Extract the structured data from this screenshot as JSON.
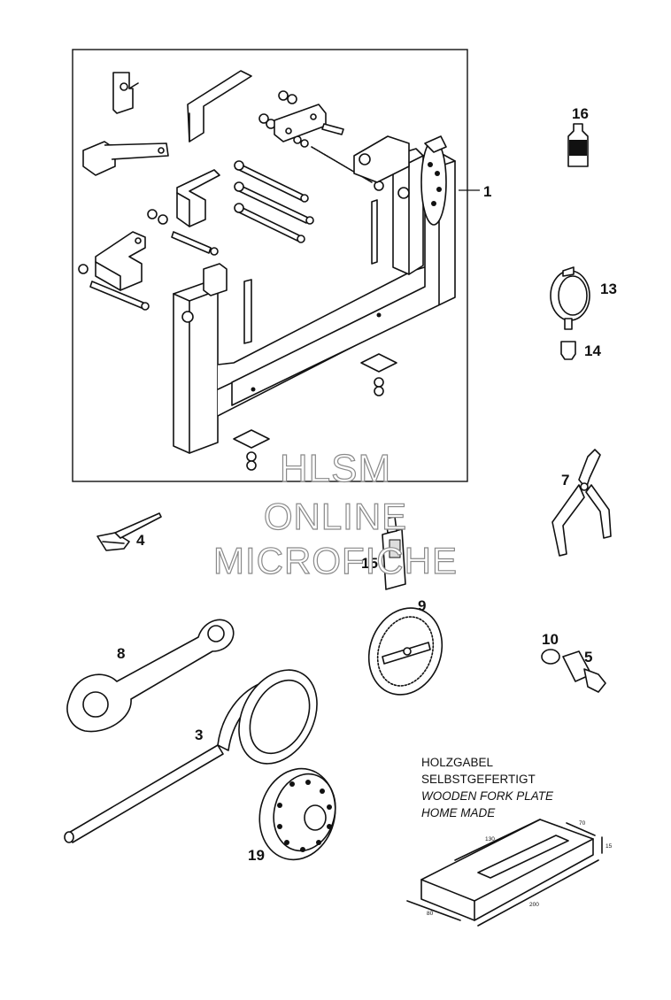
{
  "callouts": {
    "c1": "1",
    "c3": "3",
    "c4": "4",
    "c5": "5",
    "c7": "7",
    "c8": "8",
    "c9": "9",
    "c10": "10",
    "c13": "13",
    "c14": "14",
    "c15": "15",
    "c16": "16",
    "c19": "19"
  },
  "note": {
    "line1": "HOLZGABEL",
    "line2": "SELBSTGEFERTIGT",
    "line3": "WOODEN FORK PLATE",
    "line4": "HOME MADE"
  },
  "dimensions": {
    "d130": "130",
    "d70": "70",
    "d15": "15",
    "d200": "200",
    "d80": "80"
  },
  "watermark": {
    "line1": "HLSM",
    "line2": "ONLINE",
    "line3": "MICROFICHE"
  }
}
